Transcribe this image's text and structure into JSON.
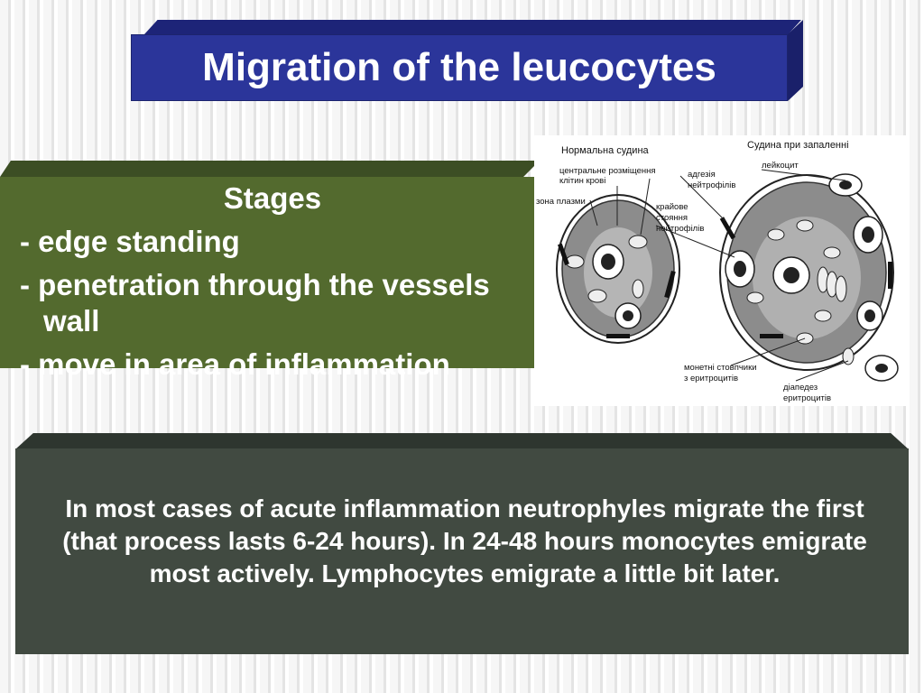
{
  "title": "Migration of the leucocytes",
  "stages": {
    "heading": "Stages",
    "items": [
      "- edge standing",
      "- penetration through the vessels wall",
      "- move in area of inflammation"
    ]
  },
  "diagram": {
    "label_normal_vessel": "Нормальна судина",
    "label_inflamed_vessel": "Судина при запаленні",
    "label_central_cells": "центральне розміщення",
    "label_central_cells_2": "клітин крові",
    "label_plasma_zone": "зона плазми",
    "label_adhesion": "адгезія",
    "label_adhesion_2": "нейтрофілів",
    "label_leukocyte": "лейкоцит",
    "label_marginal": "крайове",
    "label_marginal_2": "стояння",
    "label_marginal_3": "нейтрофілів",
    "label_rouleaux": "монетні стовпчики",
    "label_rouleaux_2": "з еритроцитів",
    "label_diapedesis": "діапедез",
    "label_diapedesis_2": "еритроцитів"
  },
  "info": {
    "text": "In most cases of acute inflammation neutrophyles migrate the first (that process lasts 6-24 hours). In 24-48 hours monocytes emigrate most actively. Lymphocytes emigrate a little bit later."
  },
  "colors": {
    "title_bg": "#2b359a",
    "stages_bg": "#536a2e",
    "info_bg": "#414a41"
  }
}
